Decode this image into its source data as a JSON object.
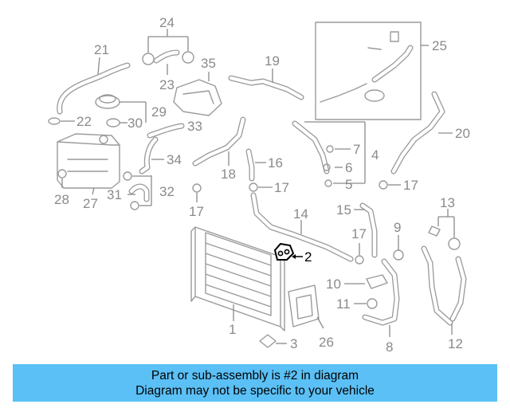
{
  "callouts": {
    "c1": "1",
    "c2": "2",
    "c3": "3",
    "c4": "4",
    "c5": "5",
    "c6": "6",
    "c7": "7",
    "c8": "8",
    "c9": "9",
    "c10": "10",
    "c11": "11",
    "c12": "12",
    "c13": "13",
    "c14": "14",
    "c15": "15",
    "c16": "16",
    "c17a": "17",
    "c17b": "17",
    "c17c": "17",
    "c17d": "17",
    "c18": "18",
    "c19": "19",
    "c20": "20",
    "c21": "21",
    "c22": "22",
    "c23": "23",
    "c24": "24",
    "c25": "25",
    "c26": "26",
    "c27": "27",
    "c28": "28",
    "c29": "29",
    "c30": "30",
    "c31": "31",
    "c32": "32",
    "c33": "33",
    "c34": "34",
    "c35": "35"
  },
  "banner": {
    "line1": "Part or sub-assembly is #2 in diagram",
    "line2": "Diagram may not be specific to your vehicle",
    "color": "#5bc0f5"
  },
  "highlight_color": "#000000"
}
